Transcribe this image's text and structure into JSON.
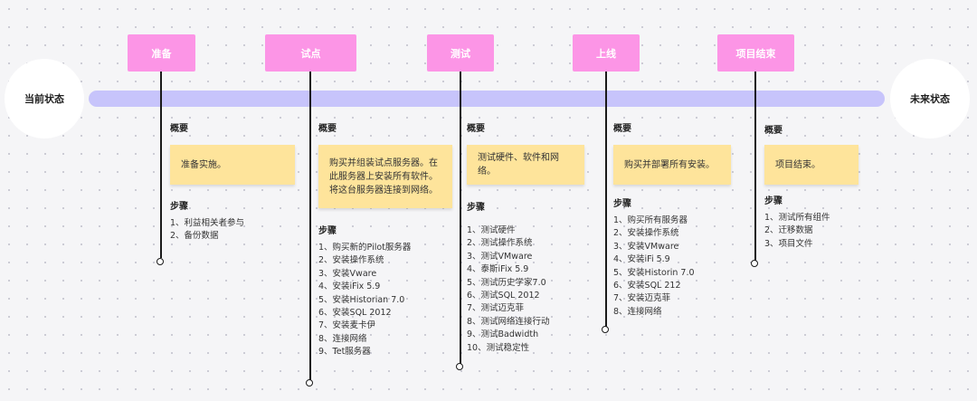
{
  "states": {
    "current": "当前状态",
    "future": "未来状态"
  },
  "labels": {
    "overview": "概要",
    "steps": "步骤"
  },
  "colors": {
    "phase": "#fc95e6",
    "bar": "#c7c4fb",
    "note": "#fee49b"
  },
  "phases": [
    {
      "title": "准备",
      "summary": "准备实施。",
      "steps": [
        "1、利益相关者参与",
        "2、备份数据"
      ]
    },
    {
      "title": "试点",
      "summary": "购买并组装试点服务器。在此服务器上安装所有软件。将这台服务器连接到网络。",
      "steps": [
        "1、购买新的Pilot服务器",
        "2、安装操作系统",
        "3、安装Vware",
        "4、安装iFix 5.9",
        "5、安装Historian 7.0",
        "6、安装SQL 2012",
        "7、安装麦卡伊",
        "8、连接网络",
        "9、Tet服务器"
      ]
    },
    {
      "title": "测试",
      "summary": "测试硬件、软件和网络。",
      "steps": [
        "1、测试硬件",
        "2、测试操作系统",
        "3、测试VMware",
        "4、泰斯iFix 5.9",
        "5、测试历史学家7.0",
        "6、测试SQL 2012",
        "7、测试迈克菲",
        "8、测试网络连接行动",
        "9、测试Badwidth",
        "10、测试稳定性"
      ]
    },
    {
      "title": "上线",
      "summary": "购买并部署所有安装。",
      "steps": [
        "1、购买所有服务器",
        "2、安装操作系统",
        "3、安装VMware",
        "4、安装iFi 5.9",
        "5、安装Historin 7.0",
        "6、安装SQL 212",
        "7、安装迈克菲",
        "8、连接网络"
      ]
    },
    {
      "title": "项目结束",
      "summary": "项目结束。",
      "steps": [
        "1、测试所有组件",
        "2、迁移数据",
        "3、项目文件"
      ]
    }
  ]
}
